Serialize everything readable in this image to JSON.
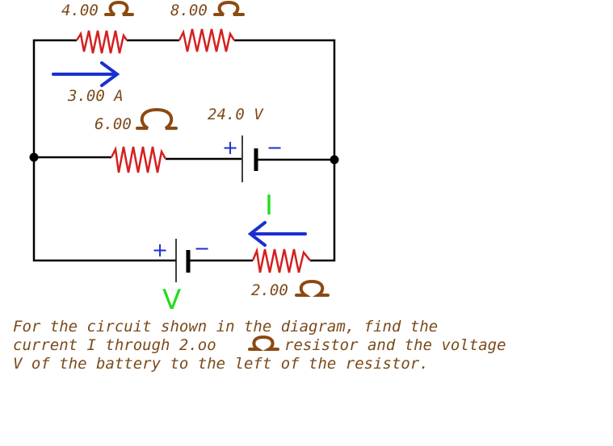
{
  "labels": {
    "r_top_left": "4.00",
    "r_top_right": "8.00",
    "r_middle": "6.00",
    "r_bottom": "2.00",
    "current_known": "3.00 A",
    "battery_middle": "24.0 V",
    "unknown_current": "I",
    "unknown_voltage": "V",
    "plus": "+",
    "minus": "−"
  },
  "question": {
    "line1": "For the circuit shown in the diagram, find the",
    "line2_a": "current I through 2.oo",
    "line2_b": "resistor and the voltage",
    "line3": "V of the battery to the left of the resistor."
  },
  "colors": {
    "wire": "#000000",
    "resistor": "#d42020",
    "ohm_symbol": "#8b4a12",
    "arrow": "#1a2fd0",
    "unknown": "#22dd22"
  },
  "icons": [
    "ohm-symbol",
    "current-arrow",
    "battery-symbol",
    "resistor-symbol"
  ]
}
